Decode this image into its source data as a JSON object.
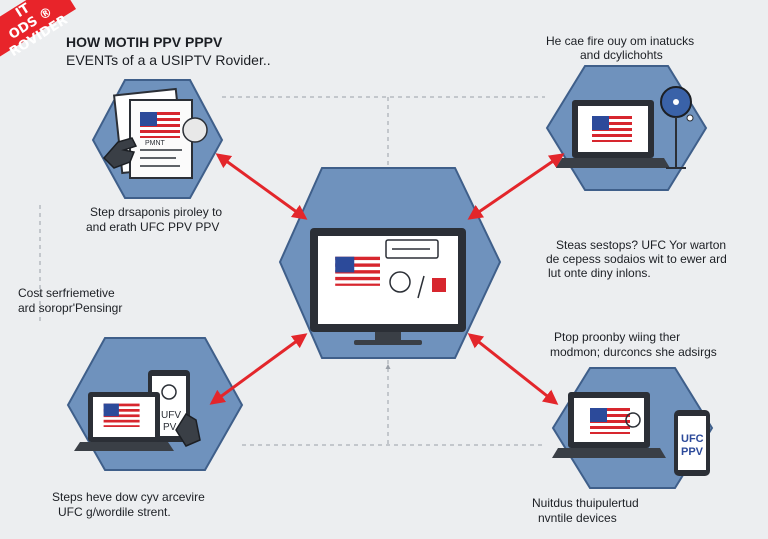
{
  "badge": {
    "line1": "IT",
    "line2": "ODS ®",
    "line3": "ROVIDER"
  },
  "header": {
    "line1": "HOW MOTIH PPV PPPV",
    "line2": "EVENTs of a a USIPTV Rovider.."
  },
  "labels": {
    "top_left_1": "Step drsaponis piroley to",
    "top_left_2": "and erath UFC PPV PPV",
    "mid_left_1": "Cost serfriemetive",
    "mid_left_2": "ard soropr'Pensingr",
    "bottom_left_1": "Steps heve dow cyv arcevire",
    "bottom_left_2": "UFC g/wordile strent.",
    "top_right_1": "He cae fire ouy om inatucks",
    "top_right_2": "and dcylichohts",
    "mid_right_1": "Steas sestops? UFC Yor warton",
    "mid_right_2": "de cepess sodaios wit to ewer ard",
    "mid_right_3": "lut onte diny inlons.",
    "lower_right_1": "Ptop proonby wiing ther",
    "lower_right_2": "modmon; durconcs she adsirgs",
    "bottom_right_1": "Nuitdus thuipulertud",
    "bottom_right_2": "nvntile devices"
  },
  "screen_text": {
    "tablet_left": "UFV",
    "tablet_left_2": "PV",
    "phone_right_1": "UFC",
    "phone_right_2": "PPV",
    "doc_stamp": "PMNT"
  },
  "colors": {
    "hex_fill": "#6f92bd",
    "hex_stroke": "#3f5f8a",
    "arrow": "#e3262b",
    "device_dark": "#2b2f36",
    "screen": "#ffffff",
    "flag_red": "#d7262e",
    "flag_blue": "#2c4a9a"
  },
  "icons": [
    "flag-icon",
    "document-icon",
    "hand-icon",
    "laptop-icon",
    "tablet-icon",
    "phone-icon",
    "fan-icon",
    "monitor-icon"
  ]
}
